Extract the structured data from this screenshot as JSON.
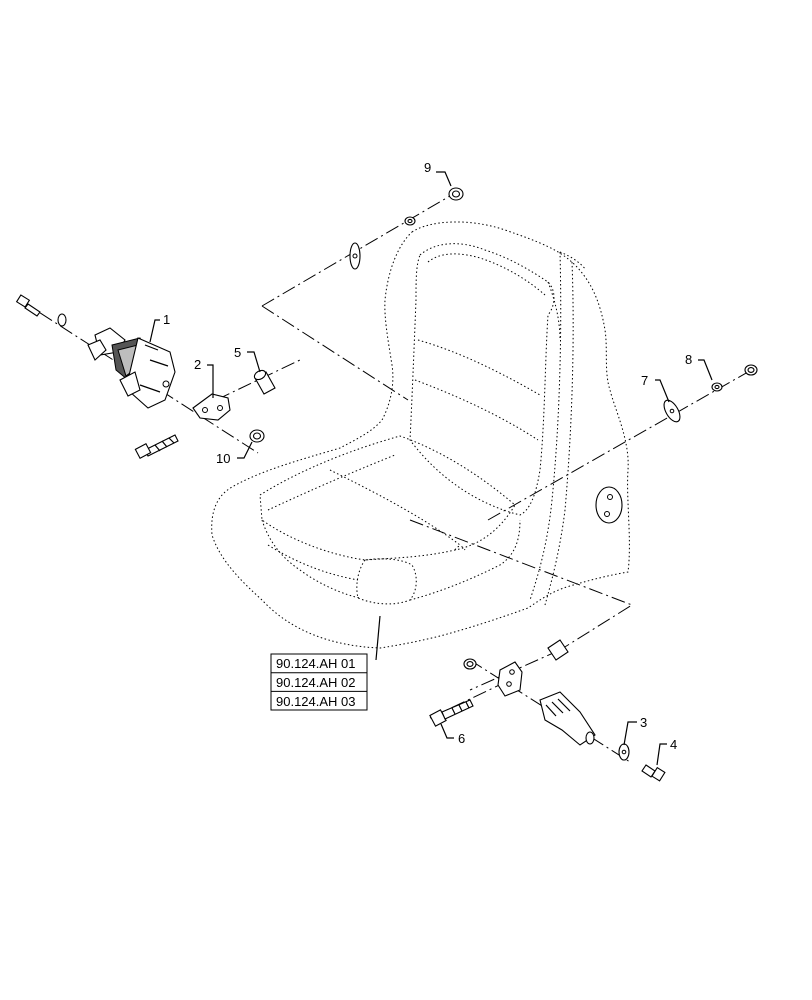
{
  "callouts": {
    "c1": "1",
    "c2": "2",
    "c3": "3",
    "c4": "4",
    "c5": "5",
    "c6": "6",
    "c7": "7",
    "c8": "8",
    "c9": "9",
    "c10": "10"
  },
  "references": [
    "90.124.AH 01",
    "90.124.AH 02",
    "90.124.AH 03"
  ]
}
